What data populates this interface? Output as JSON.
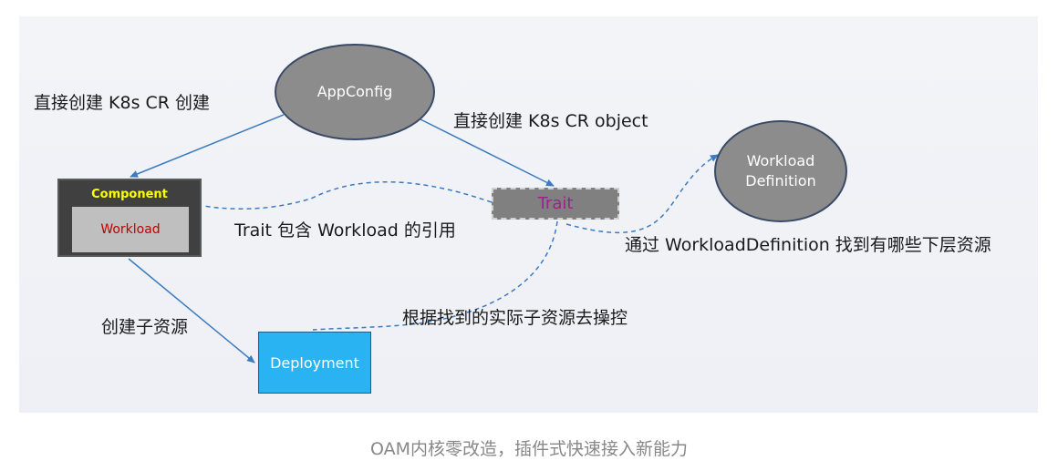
{
  "nodes": {
    "appconfig": "AppConfig",
    "workload_definition": [
      "Workload",
      "Definition"
    ],
    "component": "Component",
    "workload": "Workload",
    "trait": "Trait",
    "deployment": "Deployment"
  },
  "labels": {
    "create_cr": "直接创建 K8s CR 创建",
    "create_cr_object": "直接创建 K8s CR object",
    "trait_ref": "Trait 包含 Workload 的引用",
    "find_resources": "通过 WorkloadDefinition 找到有哪些下层资源",
    "create_child": "创建子资源",
    "operate": "根据找到的实际子资源去操控"
  },
  "caption": "OAM内核零改造，插件式快速接入新能力",
  "colors": {
    "ellipse_fill": "#8c8c8c",
    "component_fill": "#404040",
    "component_title": "#ffff00",
    "workload_text": "#c00000",
    "trait_text": "#a0208a",
    "deployment_fill": "#2ab3f2",
    "arrow_solid": "#3b7bbf",
    "arrow_dashed": "#3b7bbf"
  }
}
